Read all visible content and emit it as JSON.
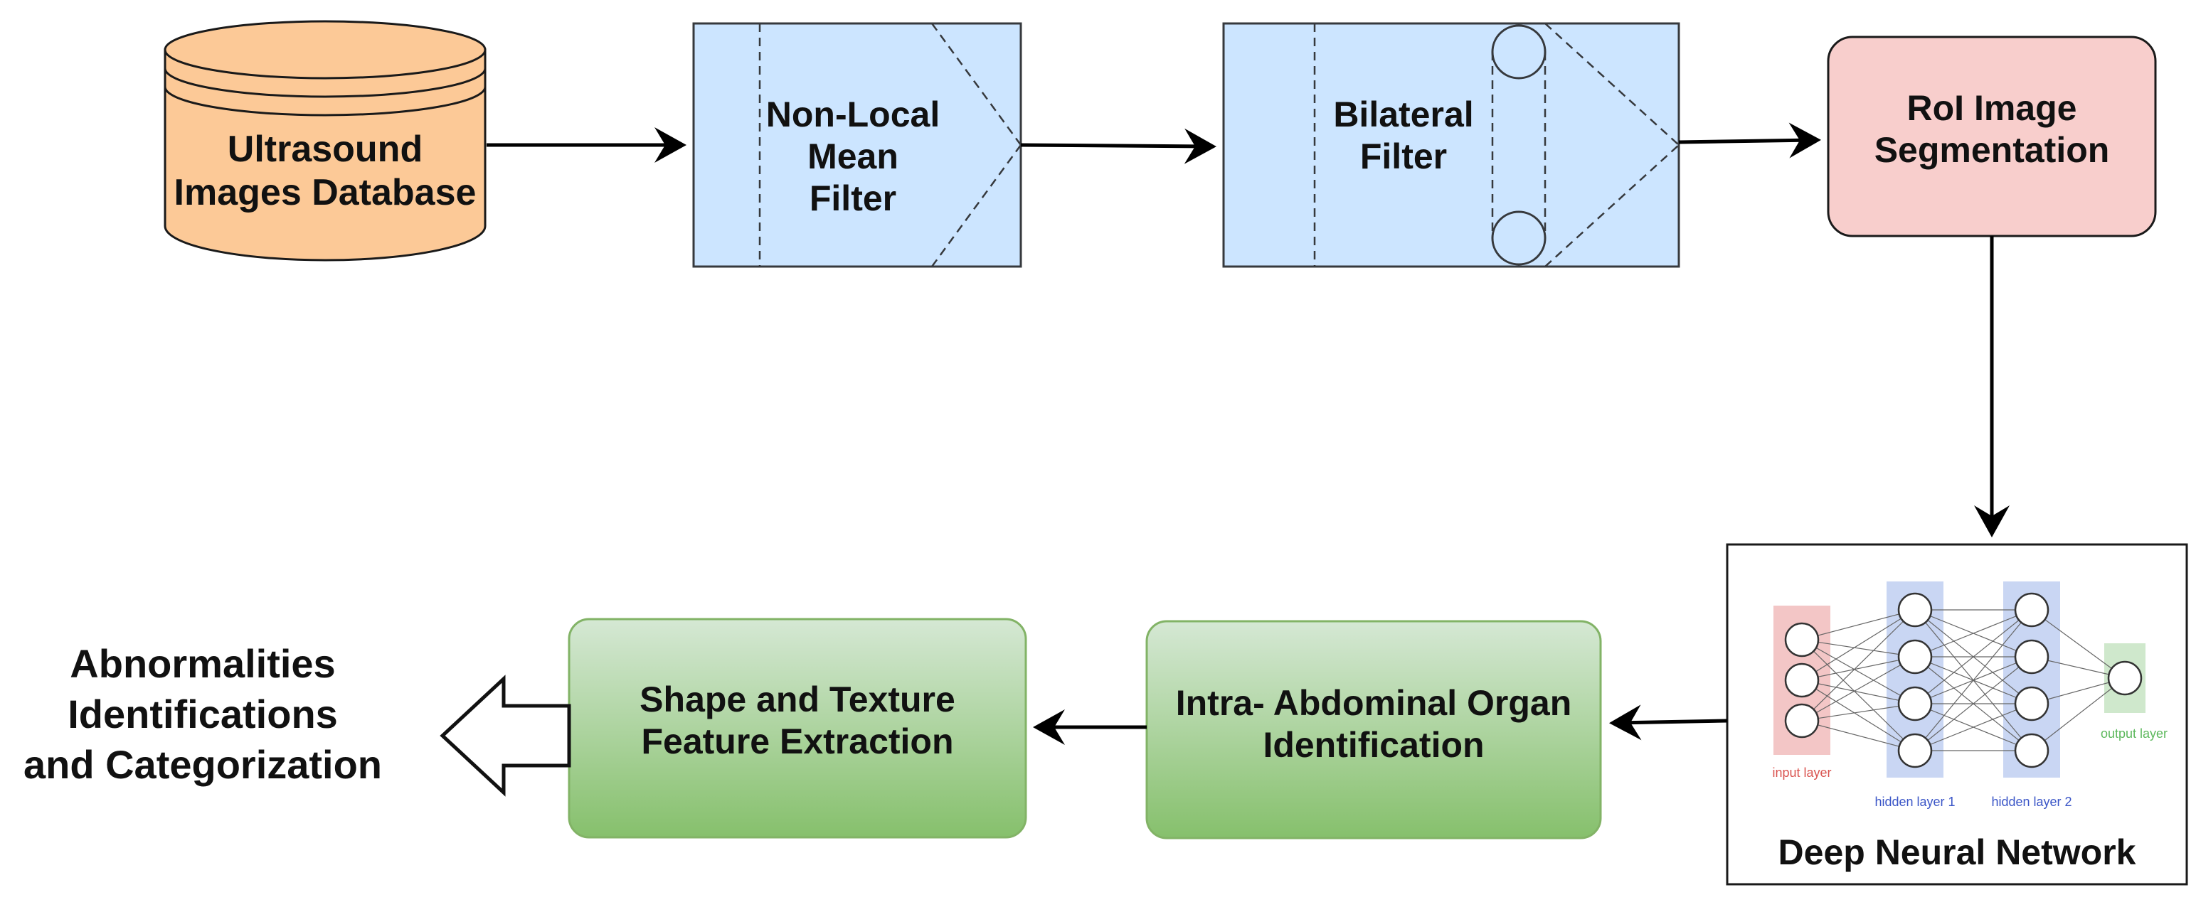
{
  "nodes": {
    "database": {
      "line1": "Ultrasound",
      "line2": "Images Database",
      "fill": "#fcc997",
      "stroke": "#1a1a1a"
    },
    "nlm_filter": {
      "line1": "Non-Local",
      "line2": "Mean Filter",
      "fill": "#cce5ff",
      "stroke": "#36393d"
    },
    "bilateral_filter": {
      "line1": "Bilateral",
      "line2": "Filter",
      "fill": "#cce5ff",
      "stroke": "#36393d"
    },
    "roi_segmentation": {
      "line1": "RoI Image",
      "line2": "Segmentation",
      "fill": "#f8cecc",
      "stroke": "#1a1a1a"
    },
    "dnn": {
      "caption": "Deep Neural Network",
      "input_layer": "input layer",
      "hidden_layer_1": "hidden layer 1",
      "hidden_layer_2": "hidden layer 2",
      "output_layer": "output layer",
      "input_color": "#d9534f",
      "hidden_color": "#3a55c7",
      "output_color": "#5cb85c"
    },
    "organ_identification": {
      "line1": "Intra- Abdominal Organ",
      "line2": "Identification",
      "fill_top": "#d5e8d4",
      "fill_bottom": "#86c06c",
      "stroke": "#82b366"
    },
    "feature_extraction": {
      "line1": "Shape and Texture",
      "line2": "Feature Extraction",
      "fill_top": "#d5e8d4",
      "fill_bottom": "#86c06c",
      "stroke": "#82b366"
    },
    "output": {
      "line1": "Abnormalities",
      "line2": "Identifications",
      "line3": "and Categorization"
    }
  }
}
